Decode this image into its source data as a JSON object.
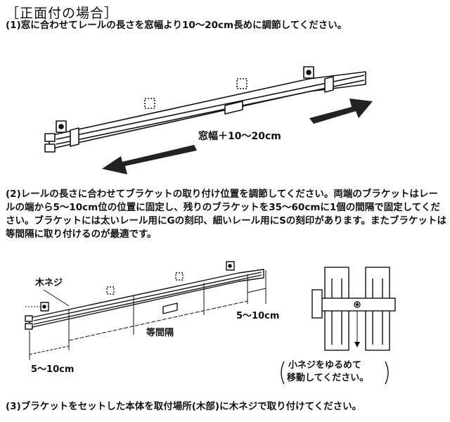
{
  "heading": "［正面付の場合］",
  "steps": {
    "step1": "(1)窓に合わせてレールの長さを窓幅より10～20cm長めに調節してください。",
    "step2": "(2)レールの長さに合わせてブラケットの取り付け位置を調節してください。両端のブラケットはレールの端から5～10cm位の位置に固定し、残りのブラケットを35～60cmに1個の間隔で固定してください。ブラケットには太いレール用にGの刻印、細いレール用にSの刻印があります。またブラケットは等間隔に取り付けるのが最適です。",
    "step3": "(3)ブラケットをセットした本体を取付場所(木部)に木ネジで取り付けてください。"
  },
  "diagram1": {
    "width_label": "窓幅＋10～20cm"
  },
  "diagram2": {
    "screw_label": "木ネジ",
    "spacing_label": "等間隔",
    "right_margin_label": "5～10cm",
    "left_margin_label": "5～10cm",
    "detail_note_line1": "小ネジをゆるめて",
    "detail_note_line2": "移動してください。"
  }
}
